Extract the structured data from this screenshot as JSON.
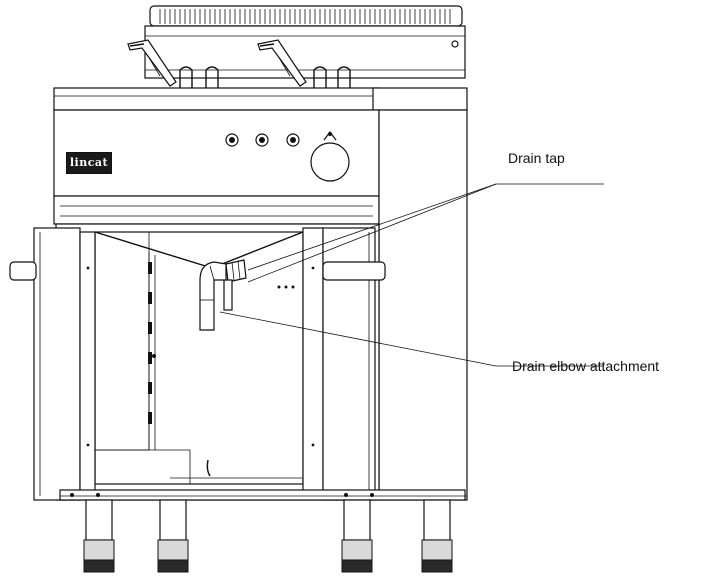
{
  "callouts": {
    "drain_tap": "Drain tap",
    "drain_elbow_attachment": "Drain elbow attachment"
  },
  "brand_logo_text": "lincat",
  "colors": {
    "line": "#111111",
    "background": "#ffffff"
  }
}
